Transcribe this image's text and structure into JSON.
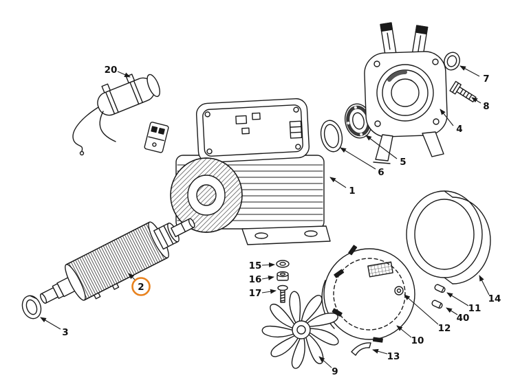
{
  "diagram": {
    "background": "#ffffff",
    "line_color": "#1a1a1a",
    "highlight": {
      "color": "#e8821e",
      "selected_part": "2"
    },
    "labels": {
      "p1": "1",
      "p2": "2",
      "p3": "3",
      "p4": "4",
      "p5": "5",
      "p6": "6",
      "p7": "7",
      "p8": "8",
      "p9": "9",
      "p10": "10",
      "p11": "11",
      "p12": "12",
      "p13": "13",
      "p14": "14",
      "p15": "15",
      "p16": "16",
      "p17": "17",
      "p20": "20",
      "p40": "40"
    }
  }
}
